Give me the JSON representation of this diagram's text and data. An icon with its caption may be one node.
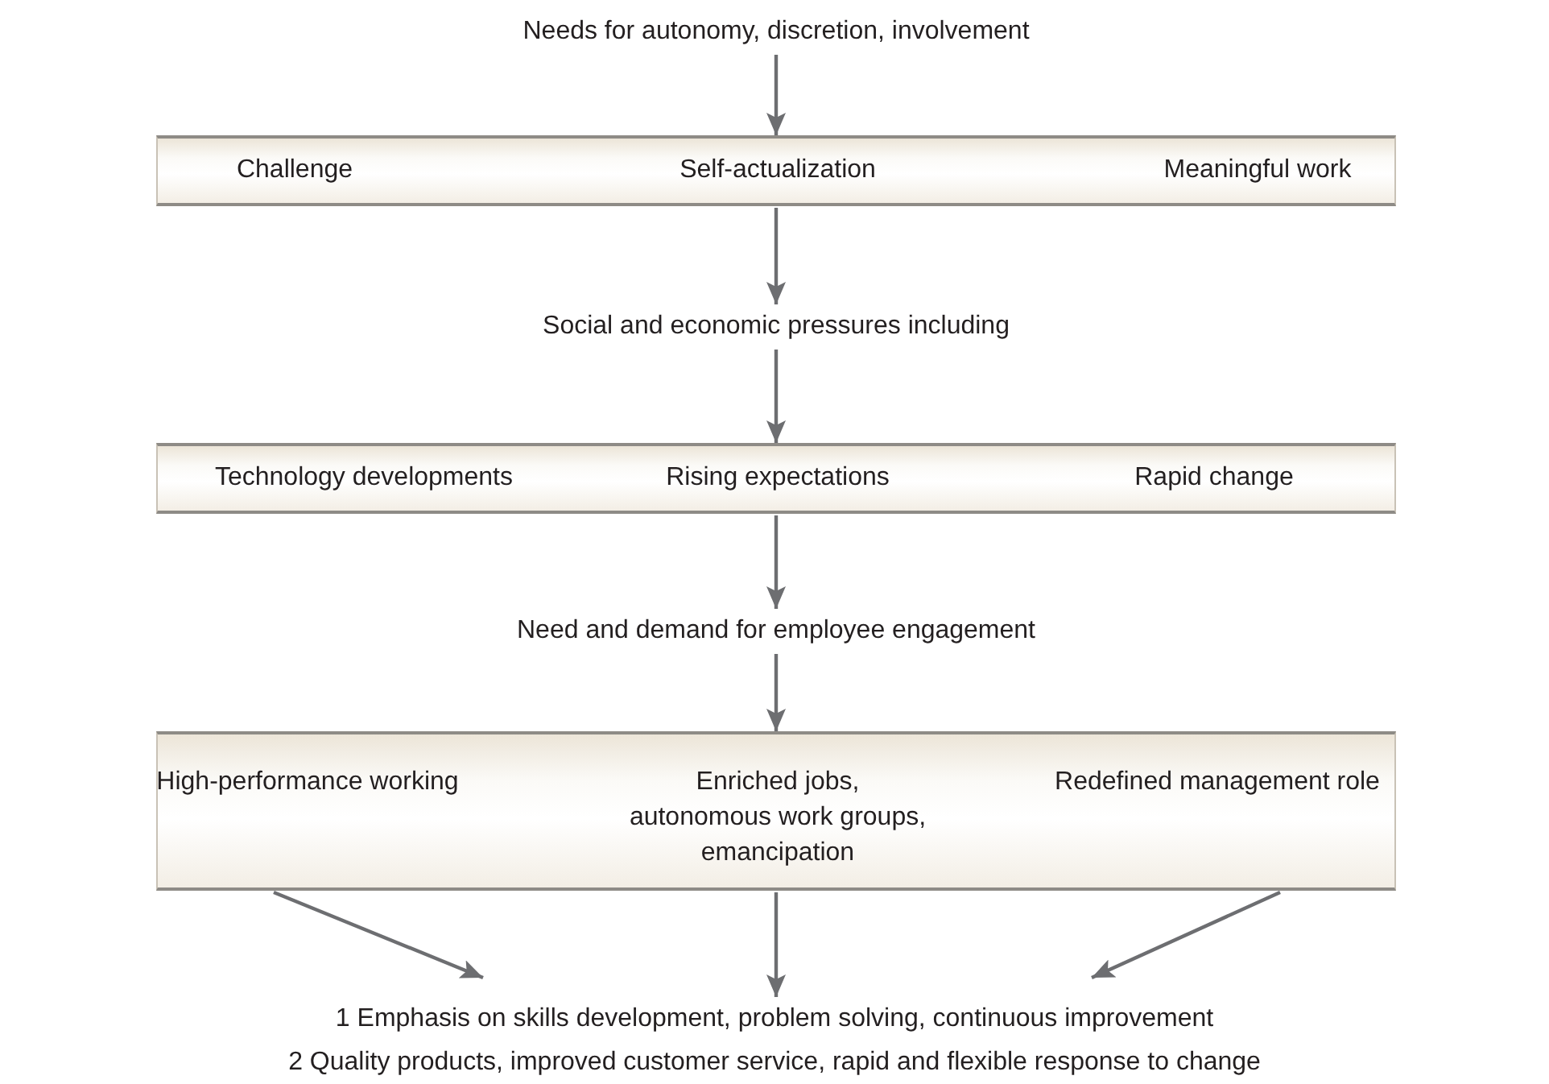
{
  "diagram": {
    "nodes": [
      {
        "text": [
          "Needs for autonomy, discretion, involvement"
        ]
      },
      {
        "text": [
          "Challenge",
          "Self-actualization",
          "Meaningful work"
        ]
      },
      {
        "text": [
          "Social and economic pressures including"
        ]
      },
      {
        "text": [
          "Technology developments",
          "Rising expectations",
          "Rapid change"
        ]
      },
      {
        "text": [
          "Need and demand for employee engagement"
        ]
      },
      {
        "text": [
          "High-performance working",
          "Enriched jobs, autonomous work groups, emancipation",
          "Redefined management role"
        ]
      },
      {
        "text": [
          "1 Emphasis on skills development, problem solving, continuous improvement",
          "2 Quality products, improved customer service, rapid and flexible response to change"
        ]
      }
    ],
    "edges": [
      {
        "from": 0,
        "to": 1,
        "arrow": "to"
      },
      {
        "from": 1,
        "to": 2,
        "arrow": "to"
      },
      {
        "from": 2,
        "to": 3,
        "arrow": "to"
      },
      {
        "from": 3,
        "to": 4,
        "arrow": "to"
      },
      {
        "from": 4,
        "to": 5,
        "arrow": "to"
      },
      {
        "from": 5,
        "to": 6,
        "arrow": "to"
      },
      {
        "from": 5,
        "to": 6,
        "arrow": "to"
      },
      {
        "from": 5,
        "to": 6,
        "arrow": "to"
      }
    ]
  }
}
